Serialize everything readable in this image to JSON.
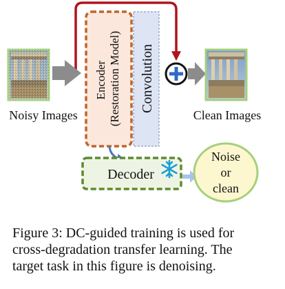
{
  "diagram": {
    "input_label": "Noisy Images",
    "output_label": "Clean Images",
    "encoder_line1": "Encoder",
    "encoder_line2": "(Restoration Model)",
    "convolution_label": "Convolution",
    "decoder_label": "Decoder",
    "target_line1": "Noise",
    "target_line2": "or",
    "target_line3": "clean",
    "icons": {
      "plus": "plus-circle-icon",
      "frozen": "snowflake-icon"
    },
    "colors": {
      "encoder_border": "#c0652a",
      "encoder_fill": "#fbe7dc",
      "convolution_fill": "#dde4f4",
      "decoder_border": "#5d8a2f",
      "decoder_fill": "#eef4e4",
      "target_fill": "#fdf7cf",
      "target_border": "#a6cf7c",
      "skip_arrow": "#b0141c",
      "flow_arrow": "#8c8c8c",
      "plus_icon": "#2f6bc4",
      "snowflake": "#1a9fd0"
    }
  },
  "caption": {
    "line1": "Figure 3: DC-guided training is used for",
    "line2": "cross-degradation transfer learning. The",
    "line3": "target task in this figure is denoising."
  }
}
